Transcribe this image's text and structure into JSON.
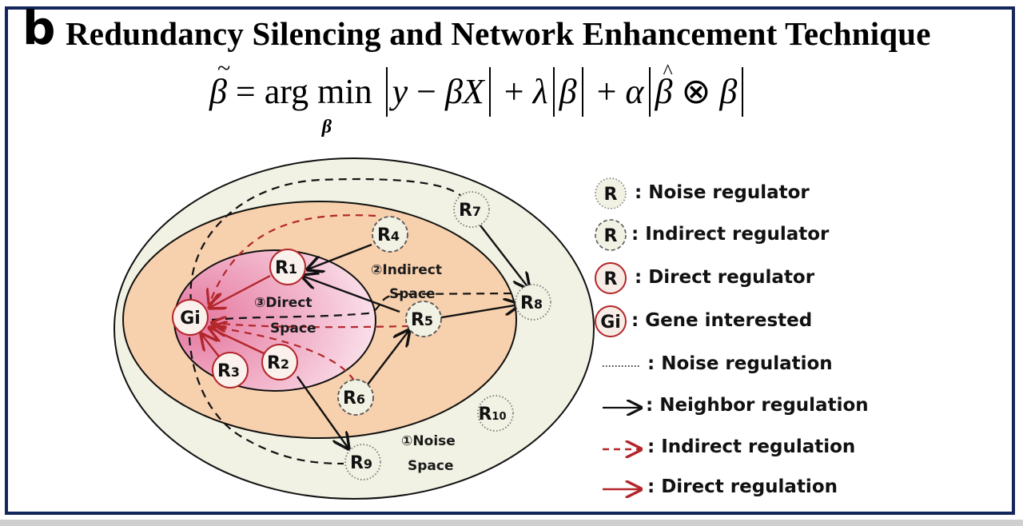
{
  "panel_letter": "b",
  "title": "Redundancy Silencing and Network Enhancement Technique",
  "formula": {
    "lhs": "β",
    "equals": "=",
    "argmin": "arg min",
    "argmin_sub": "β",
    "term1_y": "y",
    "term1_minus": " − ",
    "term1_beta": "β",
    "term1_X": "X",
    "plus1": " + ",
    "lambda": "λ",
    "term2_beta": "β",
    "plus2": " + ",
    "alpha": "α",
    "term3_hat": "β",
    "otimes": " ⊗ ",
    "term3_beta": "β"
  },
  "diagram": {
    "spaces": [
      {
        "id": "noise",
        "label_num": "①",
        "label1": "Noise",
        "label2": "Space",
        "color": "#f0f1e2"
      },
      {
        "id": "indirect",
        "label_num": "②",
        "label1": "Indirect",
        "label2": "Space",
        "color": "#f6cda8"
      },
      {
        "id": "direct",
        "label_num": "③",
        "label1": "Direct",
        "label2": "Space",
        "color": "#e98bb0"
      }
    ],
    "nodes": [
      {
        "id": "Gi",
        "main": "Gi",
        "sub": "",
        "type": "gene"
      },
      {
        "id": "R1",
        "main": "R",
        "sub": "1",
        "type": "direct"
      },
      {
        "id": "R2",
        "main": "R",
        "sub": "2",
        "type": "direct"
      },
      {
        "id": "R3",
        "main": "R",
        "sub": "3",
        "type": "direct"
      },
      {
        "id": "R4",
        "main": "R",
        "sub": "4",
        "type": "indirect"
      },
      {
        "id": "R5",
        "main": "R",
        "sub": "5",
        "type": "indirect"
      },
      {
        "id": "R6",
        "main": "R",
        "sub": "6",
        "type": "indirect"
      },
      {
        "id": "R7",
        "main": "R",
        "sub": "7",
        "type": "noise"
      },
      {
        "id": "R8",
        "main": "R",
        "sub": "8",
        "type": "noise"
      },
      {
        "id": "R9",
        "main": "R",
        "sub": "9",
        "type": "noise"
      },
      {
        "id": "R10",
        "main": "R",
        "sub": "10",
        "type": "noise"
      }
    ],
    "edges": [
      {
        "from": "R1",
        "to": "Gi",
        "type": "direct"
      },
      {
        "from": "R2",
        "to": "Gi",
        "type": "direct"
      },
      {
        "from": "R3",
        "to": "Gi",
        "type": "direct"
      },
      {
        "from": "R4",
        "to": "Gi",
        "type": "indirect"
      },
      {
        "from": "R5",
        "to": "Gi",
        "type": "indirect"
      },
      {
        "from": "R6",
        "to": "Gi",
        "type": "indirect"
      },
      {
        "from": "R4",
        "to": "R1",
        "type": "neighbor"
      },
      {
        "from": "R5",
        "to": "R1",
        "type": "neighbor"
      },
      {
        "from": "R5",
        "to": "R8",
        "type": "neighbor"
      },
      {
        "from": "R6",
        "to": "R5",
        "type": "neighbor"
      },
      {
        "from": "R7",
        "to": "R8",
        "type": "neighbor"
      },
      {
        "from": "R2",
        "to": "R9",
        "type": "neighbor"
      },
      {
        "from": "Gi",
        "to": "R7",
        "type": "noise-path"
      },
      {
        "from": "Gi",
        "to": "R8",
        "type": "noise-path"
      },
      {
        "from": "Gi",
        "to": "R9",
        "type": "noise-path"
      }
    ]
  },
  "legend": {
    "nodes": [
      {
        "symbol": "R",
        "label": ": Noise regulator",
        "style": "noise"
      },
      {
        "symbol": "R",
        "label": ": Indirect regulator",
        "style": "indirect"
      },
      {
        "symbol": "R",
        "label": ": Direct regulator",
        "style": "direct"
      },
      {
        "symbol": "Gi",
        "label": ": Gene interested",
        "style": "gene"
      }
    ],
    "edges": [
      {
        "label": ": Noise regulation",
        "style": "noise"
      },
      {
        "label": ": Neighbor regulation",
        "style": "neighbor"
      },
      {
        "label": ": Indirect regulation",
        "style": "indirect"
      },
      {
        "label": ": Direct regulation",
        "style": "direct"
      }
    ]
  },
  "colors": {
    "frame": "#14265a",
    "direct_red": "#b3262a",
    "indirect_red": "#b3262a",
    "black": "#111111"
  }
}
